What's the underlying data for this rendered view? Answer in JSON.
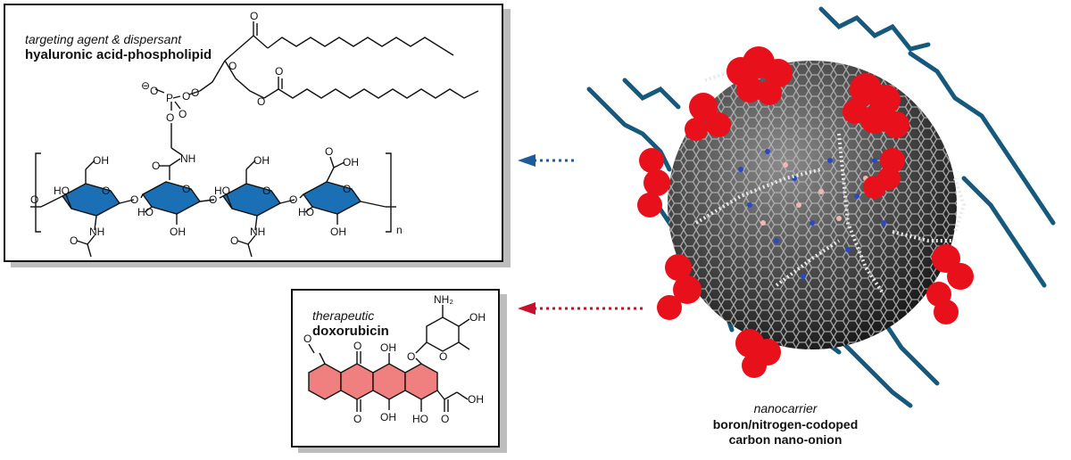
{
  "hyaluronic_panel": {
    "role": "targeting agent & dispersant",
    "name": "hyaluronic acid-phospholipid",
    "labels": {
      "phosphate_minus": "⊖",
      "o": "O",
      "p": "P",
      "oh": "OH",
      "ho": "HO",
      "nh": "NH",
      "n": "n"
    }
  },
  "doxorubicin_panel": {
    "role": "therapeutic",
    "name": "doxorubicin",
    "labels": {
      "nh2": "NH₂",
      "oh": "OH",
      "o": "O",
      "ho": "HO"
    }
  },
  "nanocarrier": {
    "role": "nanocarrier",
    "name_line1": "boron/nitrogen-codoped",
    "name_line2": "carbon nano-onion"
  },
  "colors": {
    "sugar_blue": "#1b6fb5",
    "doxorubicin_pink": "#f08080",
    "arrow_blue": "#1f5b9a",
    "arrow_red": "#c8102e",
    "nanoparticle_red": "#e8101a",
    "polymer_teal": "#155a7c"
  }
}
